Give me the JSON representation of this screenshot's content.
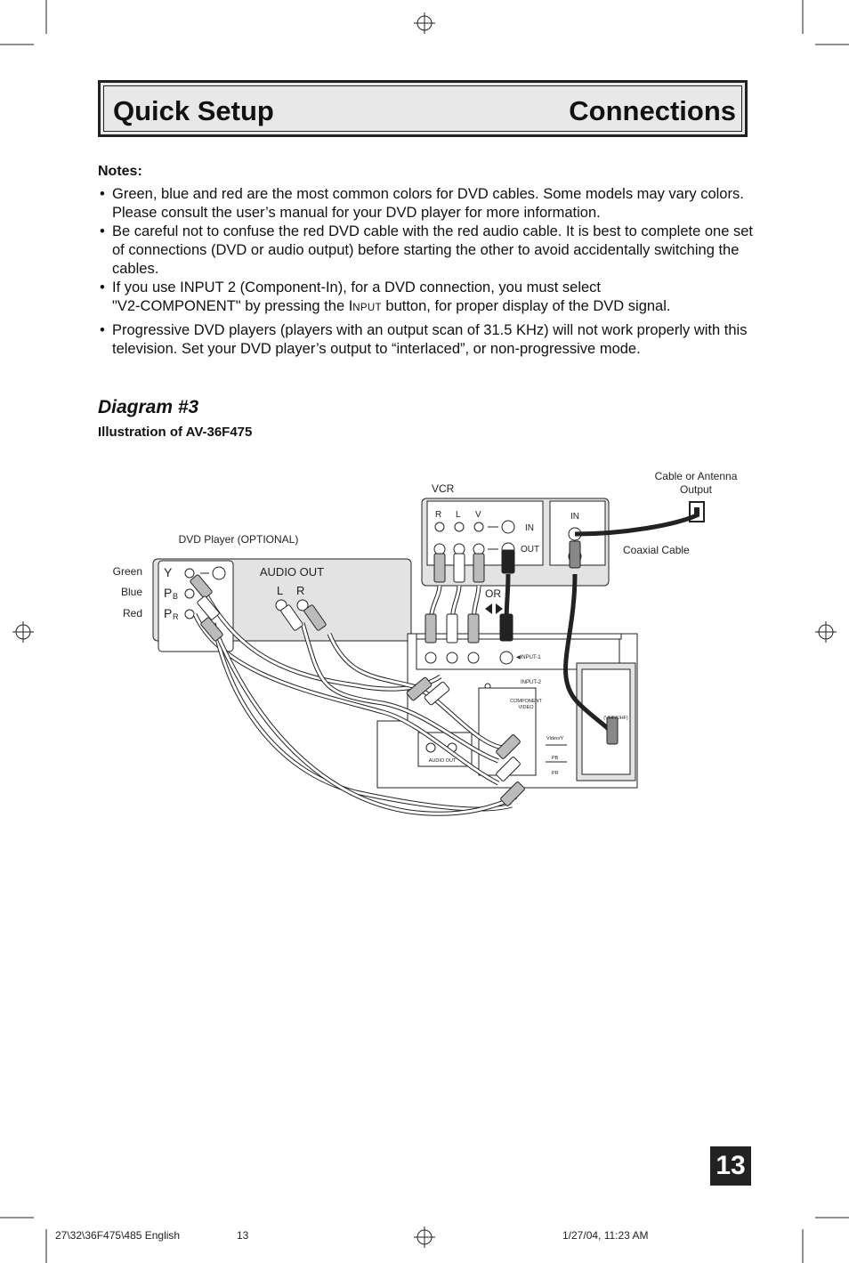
{
  "header": {
    "left_title": "Quick Setup",
    "right_title": "Connections"
  },
  "notes": {
    "heading": "Notes:",
    "bullet1": "Green, blue and red are the most common colors for DVD cables. Some models may vary colors. Please consult the user’s manual for your DVD player for more information.",
    "bullet2": "Be careful not to confuse the red DVD cable with the red audio cable. It is best to complete one set of connections (DVD or audio output) before starting the other to avoid accidentally switching the cables.",
    "bullet3_line1": "If you use INPUT 2 (Component-In), for a DVD connection, you must select",
    "bullet3_line2_a": "\"V2-COMPONENT\" by pressing the I",
    "bullet3_line2_sc": "NPUT",
    "bullet3_line2_b": " button, for proper display of the DVD signal.",
    "bullet4": "Progressive DVD players (players with an output scan of 31.5 KHz) will not work properly with this television. Set your DVD player’s output to “interlaced”, or non-progressive mode."
  },
  "diagram": {
    "title": "Diagram #3",
    "subtitle": "Illustration of AV-36F475",
    "labels": {
      "vcr": "VCR",
      "cable_line1": "Cable or Antenna",
      "cable_line2": "Output",
      "dvd_player": "DVD Player (OPTIONAL)",
      "green": "Green",
      "blue": "Blue",
      "red": "Red",
      "y": "Y",
      "pb": "P",
      "pb_sub": "B",
      "pr": "P",
      "pr_sub": "R",
      "audio_out": "AUDIO OUT",
      "l": "L",
      "r": "R",
      "vcr_r": "R",
      "vcr_l": "L",
      "vcr_v": "V",
      "vcr_in": "IN",
      "vcr_out": "OUT",
      "vcr_ant_in": "IN",
      "coaxial": "Coaxial Cable",
      "or": "OR",
      "tv_input1": "◀INPUT-1",
      "tv_input2": "INPUT-2",
      "tv_component_1": "COMPONENT",
      "tv_component_2": "VIDEO",
      "tv_audio_out": "AUDIO  OUT",
      "tv_video_y": "Video/Y",
      "tv_pb": "PB",
      "tv_pr": "PR",
      "tv_vhf": "(VHF/UHF)"
    }
  },
  "page_number": "13",
  "footer": {
    "file": "27\\32\\36F475\\485 English",
    "page": "13",
    "date": "1/27/04, 11:23 AM"
  }
}
